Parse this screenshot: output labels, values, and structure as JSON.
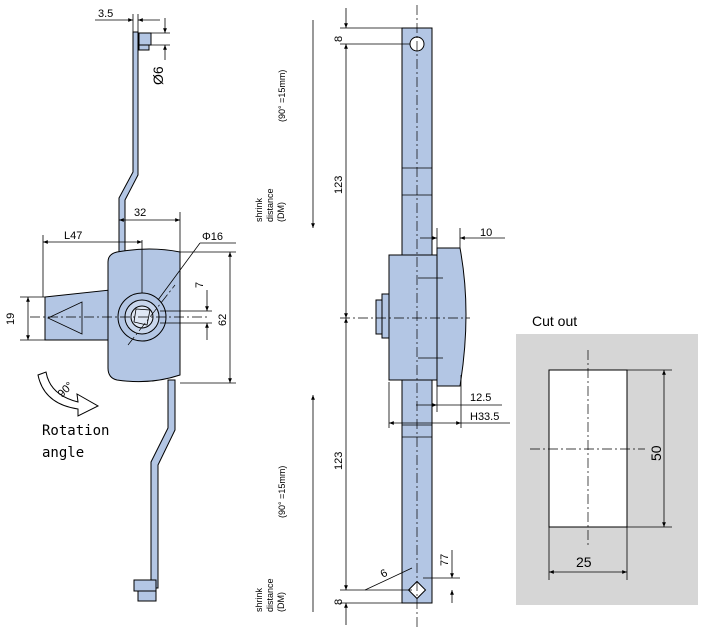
{
  "labels": {
    "dim_3_5": "3.5",
    "dim_phi6": "Ø6",
    "dim_32": "32",
    "dim_L47": "L47",
    "dim_phi16": "Φ16",
    "dim_7": "7",
    "dim_19": "19",
    "dim_62": "62",
    "rotation_angle_value": "90°",
    "rotation_line1": "Rotation",
    "rotation_line2": "angle",
    "dim_8_top": "8",
    "dim_123_top": "123",
    "dim_10": "10",
    "dim_12_5": "12.5",
    "dim_H33_5": "H33.5",
    "dim_123_bottom": "123",
    "dim_8_bottom": "8",
    "dim_6": "6",
    "dim_77": "77",
    "shrink_note_top_range": "(90° =15mm)",
    "shrink_note_top_line1": "shrink",
    "shrink_note_top_line2": "distance",
    "shrink_note_top_line3": "(DM)",
    "shrink_note_bottom_range": "(90° =15mm)",
    "shrink_note_bottom_line1": "shrink",
    "shrink_note_bottom_line2": "distance",
    "shrink_note_bottom_line3": "(DM)",
    "cutout_title": "Cut out",
    "cutout_height": "50",
    "cutout_width": "25"
  },
  "colors": {
    "part_fill": "#b3c6e4",
    "cutout_panel": "#d6d6d6",
    "line": "#000000"
  }
}
